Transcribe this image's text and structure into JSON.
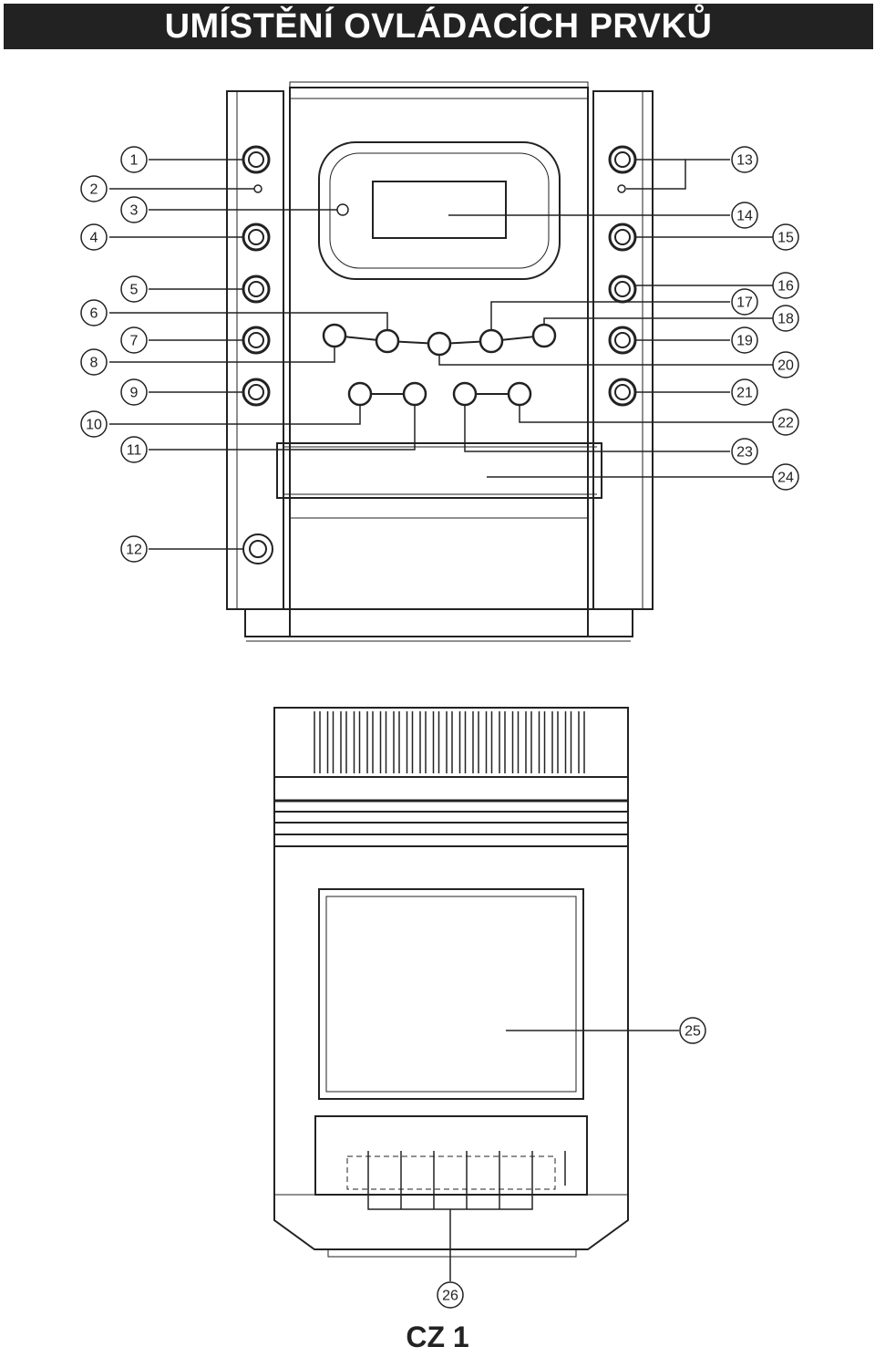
{
  "header": {
    "title": "UMÍSTĚNÍ OVLÁDACÍCH PRVKŮ"
  },
  "callouts": [
    "1",
    "2",
    "3",
    "4",
    "5",
    "6",
    "7",
    "8",
    "9",
    "10",
    "11",
    "12",
    "13",
    "14",
    "15",
    "16",
    "17",
    "18",
    "19",
    "20",
    "21",
    "22",
    "23",
    "24",
    "25",
    "26"
  ],
  "footer": {
    "page_label": "CZ 1"
  },
  "colors": {
    "ink": "#222222",
    "header_bg": "#222222",
    "header_text": "#ffffff"
  }
}
